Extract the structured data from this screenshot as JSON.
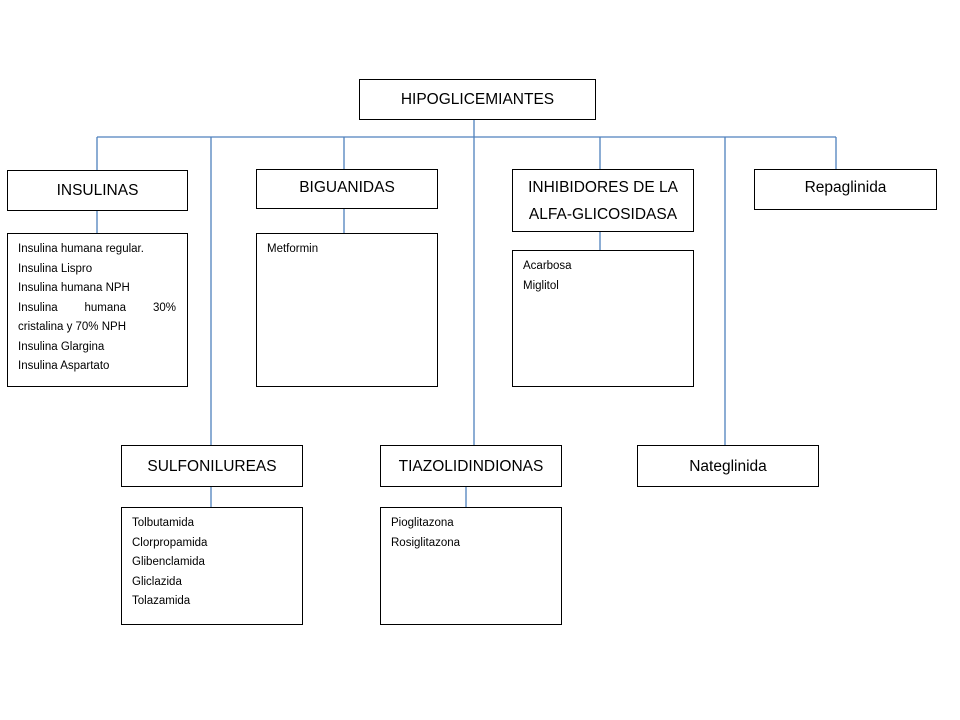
{
  "root": {
    "label": "HIPOGLICEMIANTES"
  },
  "insulinas": {
    "title": "INSULINAS",
    "items": [
      "Insulina humana regular.",
      "Insulina Lispro",
      "Insulina humana NPH"
    ],
    "item4_words": [
      "Insulina",
      "humana",
      "30%"
    ],
    "item4_line2": "cristalina y 70% NPH",
    "items_after": [
      "Insulina Glargina",
      "Insulina Aspartato"
    ]
  },
  "biguanidas": {
    "title": "BIGUANIDAS",
    "items": [
      "Metformin"
    ]
  },
  "inhibidores": {
    "title_line1": "INHIBIDORES DE LA",
    "title_line2": "ALFA-GLICOSIDASA",
    "items": [
      "Acarbosa",
      "Miglitol"
    ]
  },
  "repaglinida": {
    "title": "Repaglinida"
  },
  "sulfonilureas": {
    "title": "SULFONILUREAS",
    "items": [
      "Tolbutamida",
      "Clorpropamida",
      "Glibenclamida",
      "Gliclazida",
      "Tolazamida"
    ]
  },
  "tiazolidindionas": {
    "title": "TIAZOLIDINDIONAS",
    "items": [
      "Pioglitazona",
      "Rosiglitazona"
    ]
  },
  "nateglinida": {
    "title": "Nateglinida"
  },
  "colors": {
    "connector": "#4f81bd",
    "border": "#000000"
  }
}
